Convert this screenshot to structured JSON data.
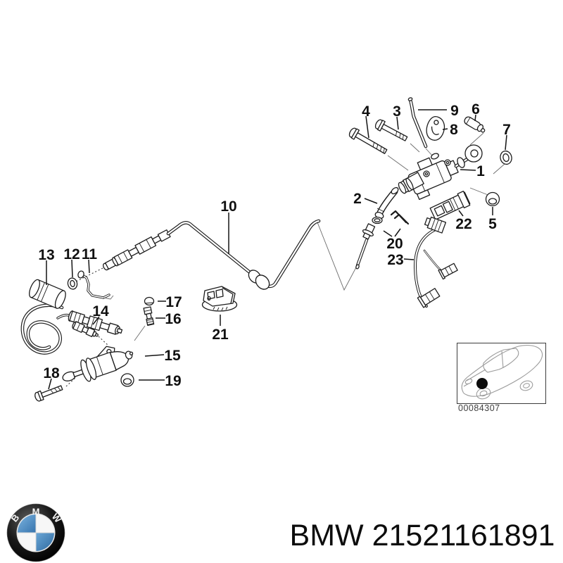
{
  "diagram": {
    "part_labels": [
      {
        "num": "1"
      },
      {
        "num": "2"
      },
      {
        "num": "3"
      },
      {
        "num": "4"
      },
      {
        "num": "5"
      },
      {
        "num": "6"
      },
      {
        "num": "7"
      },
      {
        "num": "8"
      },
      {
        "num": "9"
      },
      {
        "num": "10"
      },
      {
        "num": "11"
      },
      {
        "num": "12"
      },
      {
        "num": "13"
      },
      {
        "num": "14"
      },
      {
        "num": "15"
      },
      {
        "num": "16"
      },
      {
        "num": "17"
      },
      {
        "num": "18"
      },
      {
        "num": "19"
      },
      {
        "num": "20"
      },
      {
        "num": "21"
      },
      {
        "num": "22"
      },
      {
        "num": "23"
      }
    ],
    "thumbnail": {
      "code": "00084307"
    }
  },
  "footer": {
    "logo_letters": [
      "B",
      "M",
      "W"
    ],
    "title": "BMW 21521161891"
  },
  "colors": {
    "background": "#ffffff",
    "diagram_line": "#1c1c1c",
    "bmw_blue": "#3674ad"
  }
}
